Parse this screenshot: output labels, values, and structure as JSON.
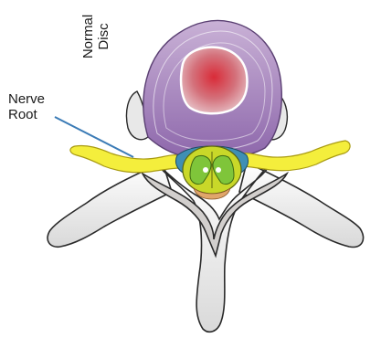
{
  "labels": {
    "disc_line1": "Normal",
    "disc_line2": "Disc",
    "nerve_line1": "Nerve",
    "nerve_line2": "Root"
  },
  "colors": {
    "bone_fill": "#f1f1f1",
    "bone_outline": "#2a2a2a",
    "bone_shadow": "#b9b9b9",
    "disc_outer": "#ad8cc0",
    "disc_inner": "#9a78b6",
    "nucleus": "#d8a0a6",
    "nucleus_core": "#c2343f",
    "nerve": "#f4ee3c",
    "spinal_cord_outer": "#c9d829",
    "spinal_cord_gray": "#79c23c",
    "dura": "#3f8fb4",
    "pointer": "#3b7bb6"
  },
  "icons": [
    "vertebra-illustration"
  ]
}
